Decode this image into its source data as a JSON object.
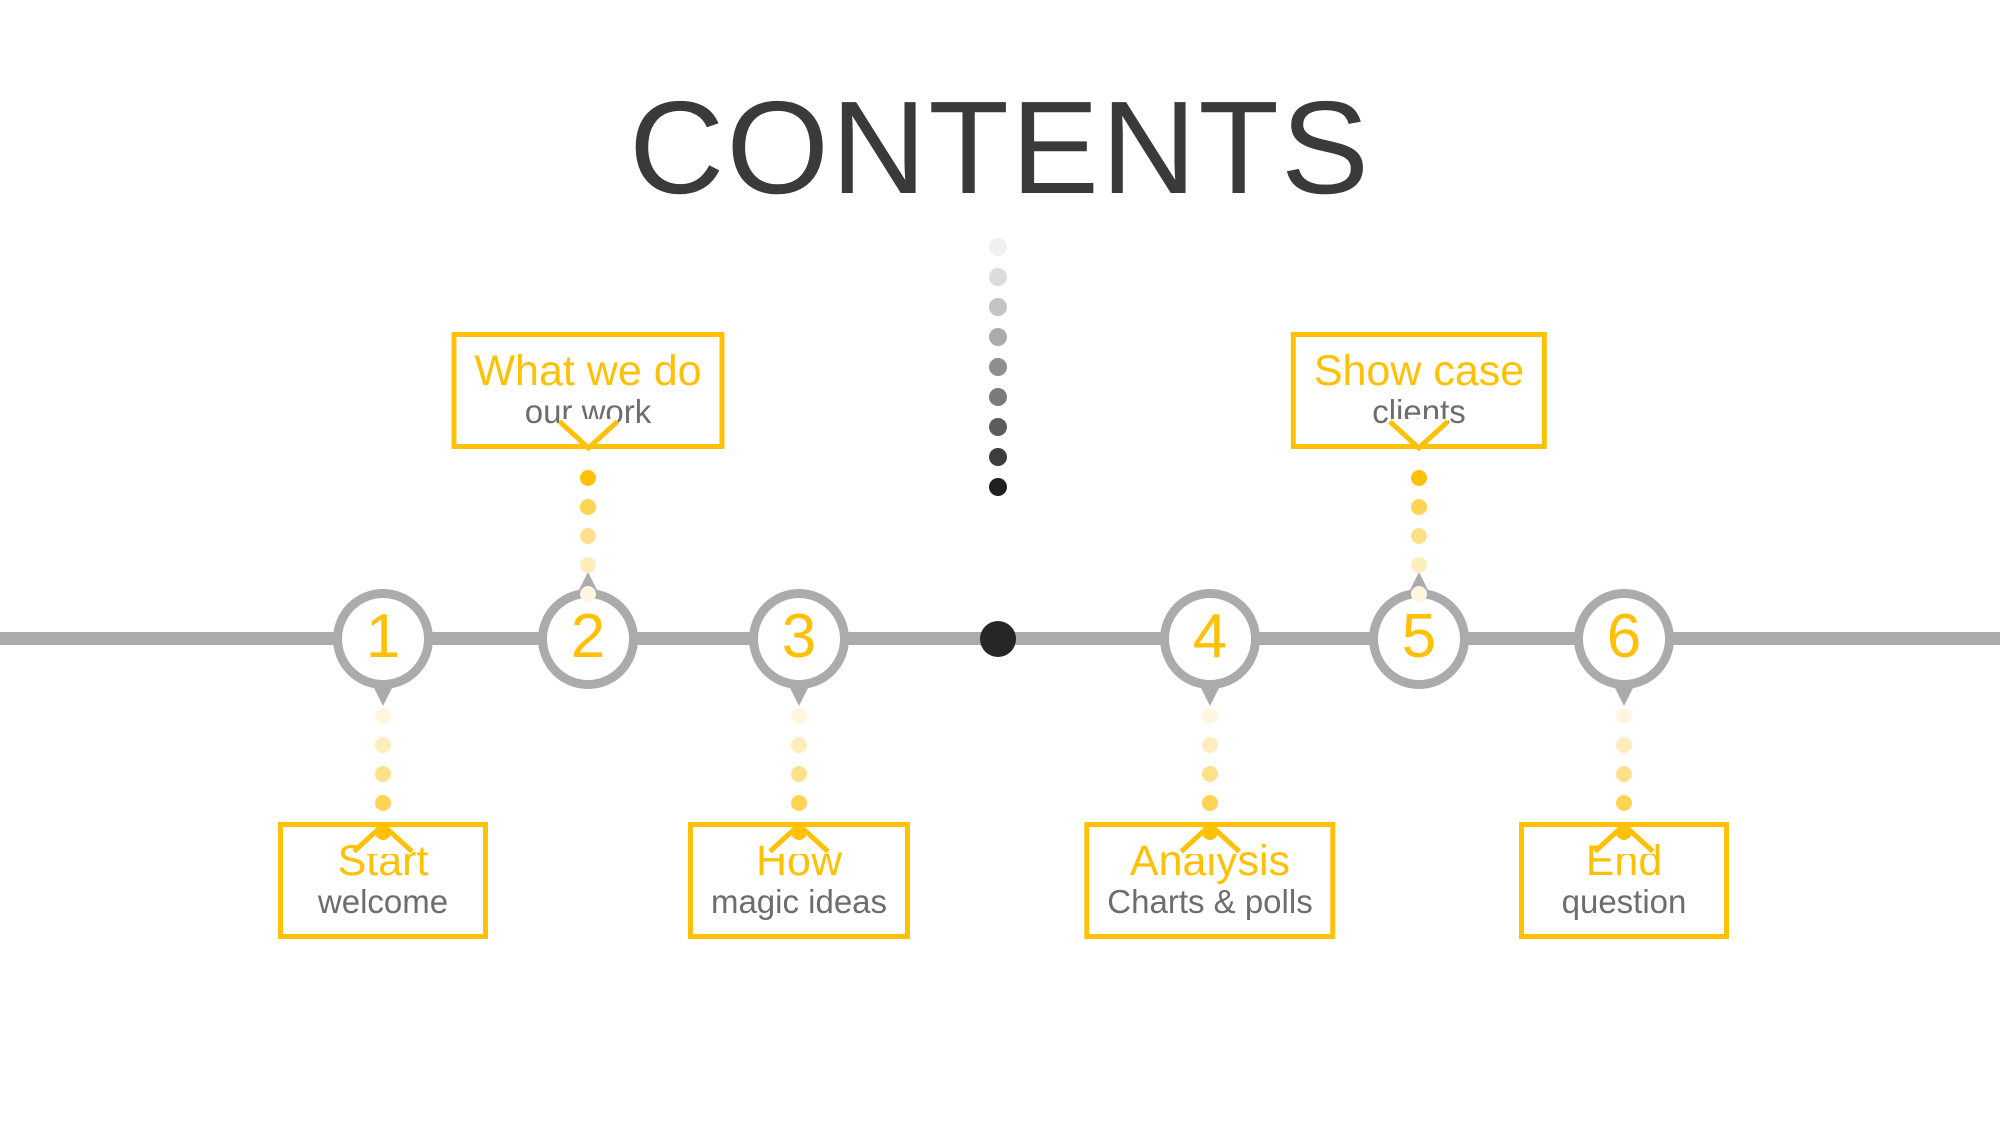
{
  "page": {
    "title": "CONTENTS",
    "background": "#ffffff"
  },
  "colors": {
    "accent": "#FFC107",
    "rail": "#ababab",
    "title_text": "#3a3a38",
    "subtitle_text": "#6d6d6d",
    "center_marker": "#262626"
  },
  "timeline": {
    "rail_color": "#ababab",
    "center_marker_label": "center-marker",
    "milestones": [
      {
        "number": "1",
        "nub": "down"
      },
      {
        "number": "2",
        "nub": "up"
      },
      {
        "number": "3",
        "nub": "down"
      },
      {
        "number": "4",
        "nub": "down"
      },
      {
        "number": "5",
        "nub": "up"
      },
      {
        "number": "6",
        "nub": "down"
      }
    ]
  },
  "callouts": {
    "above": [
      {
        "step": "2",
        "title": "What we do",
        "subtitle": "our work"
      },
      {
        "step": "5",
        "title": "Show case",
        "subtitle": "clients"
      }
    ],
    "below": [
      {
        "step": "1",
        "title": "Start",
        "subtitle": "welcome"
      },
      {
        "step": "3",
        "title": "How",
        "subtitle": "magic ideas"
      },
      {
        "step": "4",
        "title": "Analysis",
        "subtitle": "Charts & polls"
      },
      {
        "step": "6",
        "title": "End",
        "subtitle": "question"
      }
    ]
  },
  "decor": {
    "center_dot_trail": {
      "name": "gray-gradient-dot-trail",
      "count": 9,
      "colors": [
        "#f0f0f0",
        "#dcdcdc",
        "#c4c4c4",
        "#ababab",
        "#8e8e8e",
        "#7b7b7b",
        "#5c5c5c",
        "#3d3d3d",
        "#1f1f1f"
      ]
    },
    "amber_dot_fade": {
      "name": "amber-fading-dot-trail",
      "count": 5,
      "colors_solid_to_light": [
        "#FFC107",
        "#FFD454",
        "#FFE08A",
        "#FFEDBE",
        "#FFF6E2"
      ]
    }
  }
}
